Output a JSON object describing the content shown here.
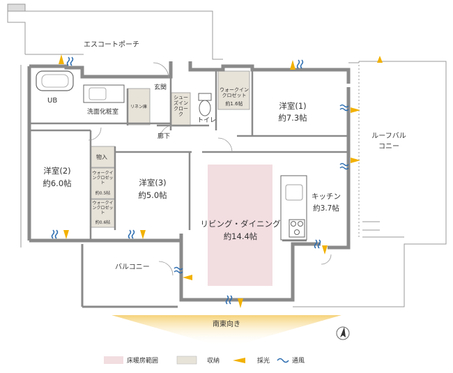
{
  "rooms": {
    "escort_porch": "エスコートポーチ",
    "ub": "UB",
    "washroom": "洗面化粧室",
    "linen": "リネン庫",
    "entrance": "玄関",
    "shoes_cloak": "シューズインクローク",
    "toilet": "トイレ",
    "wic_main": "ウォークインクロゼット",
    "wic_main_size": "約1.6帖",
    "bedroom1": "洋室(1)",
    "bedroom1_size": "約7.3帖",
    "roof_balcony": "ルーフバルコニー",
    "corridor": "廊下",
    "storage": "物入",
    "bedroom2": "洋室(2)",
    "bedroom2_size": "約6.0帖",
    "wic_a": "ウォークインクロゼット",
    "wic_a_size": "約0.5帖",
    "wic_b": "ウォークインクロゼット",
    "wic_b_size": "約0.6帖",
    "bedroom3": "洋室(3)",
    "bedroom3_size": "約5.0帖",
    "living": "リビング・ダイニング",
    "living_size": "約14.4帖",
    "kitchen": "キッチン",
    "kitchen_size": "約3.7帖",
    "balcony": "バルコニー"
  },
  "orientation": "南東向き",
  "legend": {
    "floor_heating": "床暖房範囲",
    "storage": "収納",
    "daylight": "採光",
    "ventilation": "通風"
  },
  "colors": {
    "wall": "#8a8a8a",
    "floor_heating": "#f2dde1",
    "storage": "#e8e3d9",
    "daylight": "#f2b100",
    "ventilation": "#2b6cb0",
    "orientation_gradient": "#f6d37a"
  },
  "icons": [
    "compass-icon",
    "daylight-arrow-icon",
    "ventilation-wave-icon",
    "stove-icon",
    "toilet-icon",
    "bathtub-icon",
    "sink-icon"
  ]
}
